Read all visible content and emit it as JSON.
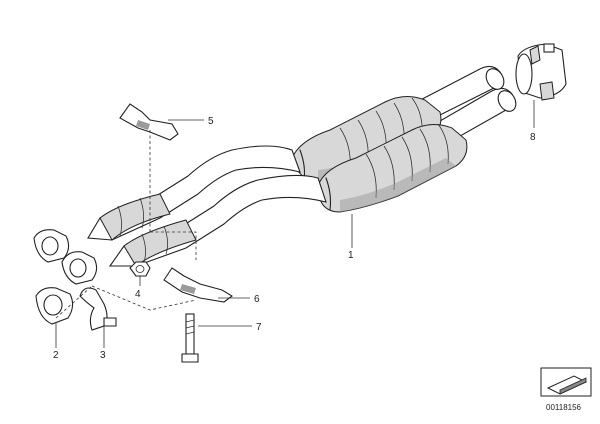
{
  "diagram": {
    "part_labels": [
      "1",
      "2",
      "3",
      "4",
      "5",
      "6",
      "7",
      "8"
    ],
    "image_code": "00118156"
  }
}
